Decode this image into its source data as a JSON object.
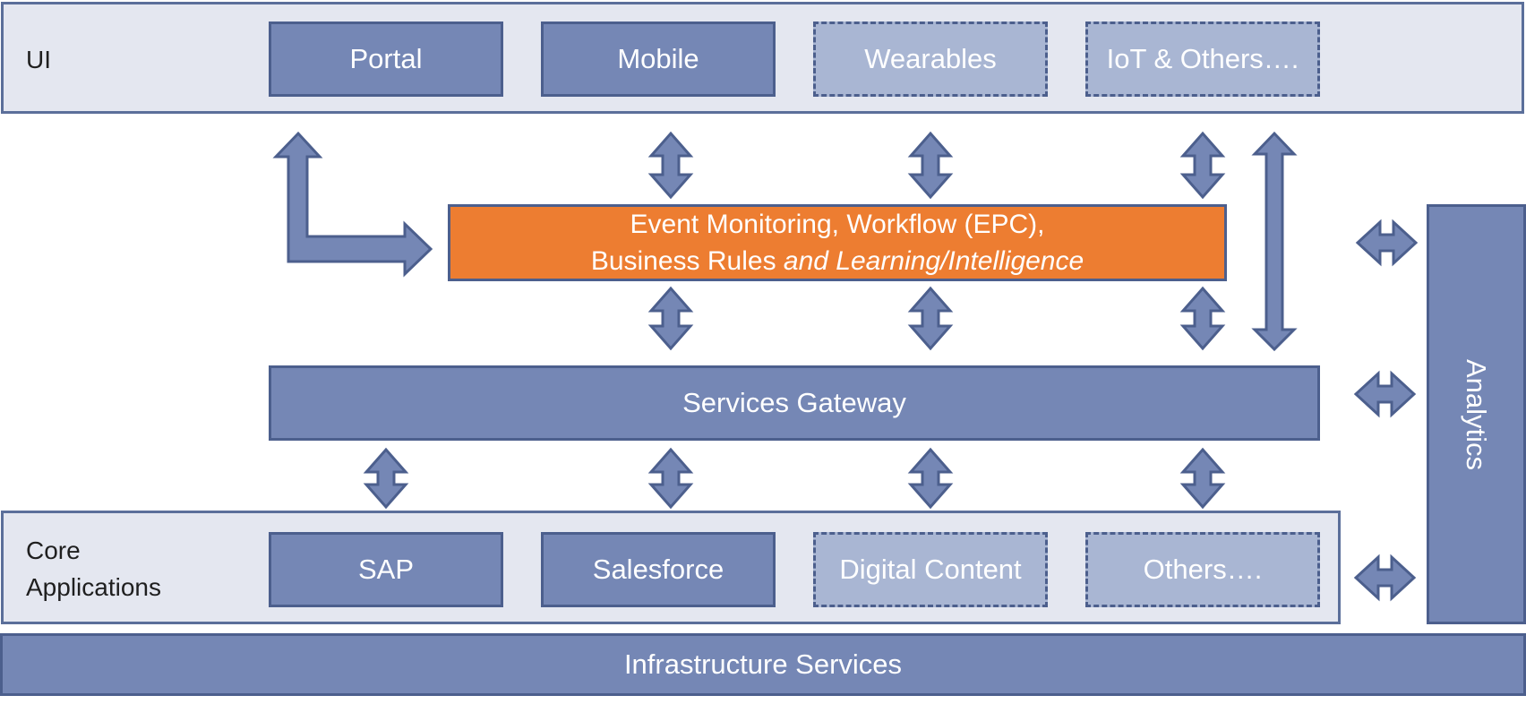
{
  "ui_layer": {
    "label": "UI",
    "items": [
      {
        "label": "Portal",
        "style": "solid"
      },
      {
        "label": "Mobile",
        "style": "solid"
      },
      {
        "label": "Wearables",
        "style": "dashed"
      },
      {
        "label": "IoT & Others….",
        "style": "dashed"
      }
    ]
  },
  "orchestration": {
    "line1": "Event Monitoring, Workflow (EPC),",
    "line2_plain": "Business Rules",
    "line2_italic": "and Learning/Intelligence"
  },
  "services_gateway": {
    "label": "Services Gateway"
  },
  "core_layer": {
    "label_line1": "Core",
    "label_line2": "Applications",
    "items": [
      {
        "label": "SAP",
        "style": "solid"
      },
      {
        "label": "Salesforce",
        "style": "solid"
      },
      {
        "label": "Digital Content",
        "style": "dashed"
      },
      {
        "label": "Others….",
        "style": "dashed"
      }
    ]
  },
  "infrastructure": {
    "label": "Infrastructure Services"
  },
  "analytics": {
    "label": "Analytics"
  },
  "colors": {
    "box_solid": "#7587b5",
    "box_dashed": "#a9b6d3",
    "border": "#4c5f8d",
    "layer_bg": "#e4e7f0",
    "orchestration": "#ed7d31"
  }
}
